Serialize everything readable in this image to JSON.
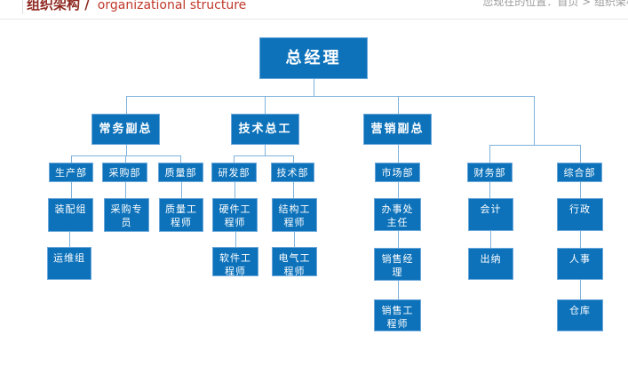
{
  "page": {
    "title_zh": "组织架构 /",
    "title_en": "organizational structure",
    "breadcrumb": "您现在的位置：首页 > 组织架构"
  },
  "colors": {
    "box_fill": "#0d72ba",
    "box_border": "#6aa7da",
    "connector": "#7fb2dc",
    "title_zh": "#8f2a22",
    "title_en": "#c0392b",
    "breadcrumb_text": "#9a9a9a"
  },
  "org": {
    "nodes": [
      {
        "id": "general-manager",
        "label": "总经理"
      },
      {
        "id": "deputy-gm-executive",
        "label": "常务副总"
      },
      {
        "id": "chief-engineer",
        "label": "技术总工"
      },
      {
        "id": "deputy-gm-marketing",
        "label": "营销副总"
      },
      {
        "id": "production-dept",
        "label": "生产部"
      },
      {
        "id": "purchasing-dept",
        "label": "采购部"
      },
      {
        "id": "quality-dept",
        "label": "质量部"
      },
      {
        "id": "rd-dept",
        "label": "研发部"
      },
      {
        "id": "technical-dept",
        "label": "技术部"
      },
      {
        "id": "market-dept",
        "label": "市场部"
      },
      {
        "id": "finance-dept",
        "label": "财务部"
      },
      {
        "id": "general-affairs-dept",
        "label": "综合部"
      },
      {
        "id": "assembly-group",
        "label": "装配组"
      },
      {
        "id": "purchasing-specialist",
        "label": "采购专\n员"
      },
      {
        "id": "quality-engineer",
        "label": "质量工\n程师"
      },
      {
        "id": "hardware-engineer",
        "label": "硬件工\n程师"
      },
      {
        "id": "structural-engineer",
        "label": "结构工\n程师"
      },
      {
        "id": "office-director",
        "label": "办事处\n主任"
      },
      {
        "id": "accountant",
        "label": "会计"
      },
      {
        "id": "admin",
        "label": "行政"
      },
      {
        "id": "operations-group",
        "label": "运维组"
      },
      {
        "id": "software-engineer",
        "label": "软件工\n程师"
      },
      {
        "id": "electrical-engineer",
        "label": "电气工\n程师"
      },
      {
        "id": "sales-manager",
        "label": "销售经\n理"
      },
      {
        "id": "cashier",
        "label": "出纳"
      },
      {
        "id": "hr",
        "label": "人事"
      },
      {
        "id": "sales-engineer",
        "label": "销售工\n程师"
      },
      {
        "id": "warehouse",
        "label": "仓库"
      }
    ]
  }
}
